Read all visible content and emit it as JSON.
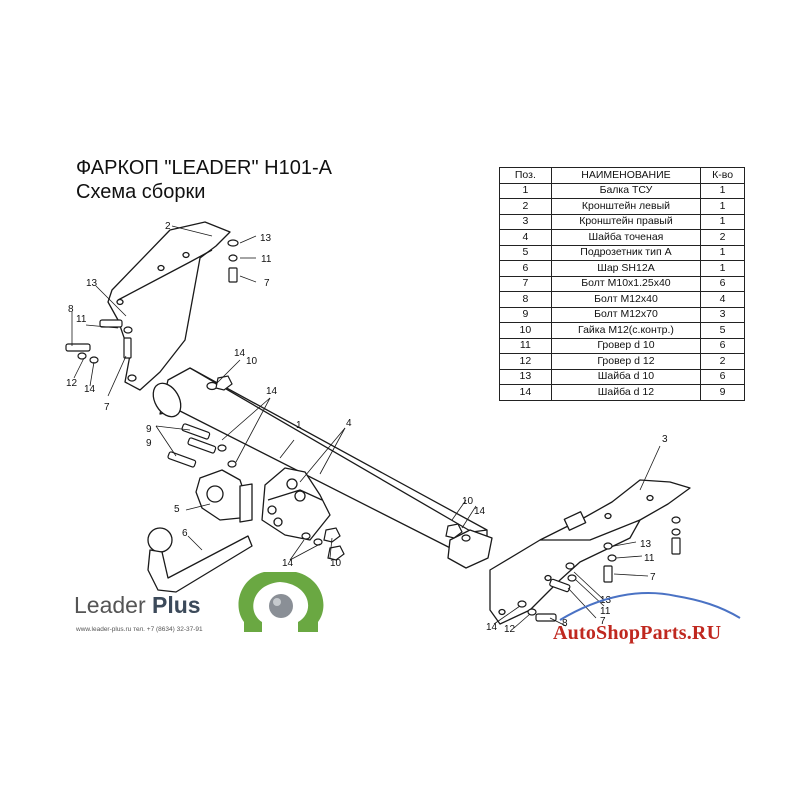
{
  "title": {
    "line1": "ФАРКОП \"LEADER\" H101-A",
    "line2": "Схема сборки"
  },
  "table": {
    "headers": [
      "Поз.",
      "НАИМЕНОВАНИЕ",
      "К-во"
    ],
    "rows": [
      [
        "1",
        "Балка ТСУ",
        "1"
      ],
      [
        "2",
        "Кронштейн левый",
        "1"
      ],
      [
        "3",
        "Кронштейн правый",
        "1"
      ],
      [
        "4",
        "Шайба точеная",
        "2"
      ],
      [
        "5",
        "Подрозетник тип А",
        "1"
      ],
      [
        "6",
        "Шар SH12A",
        "1"
      ],
      [
        "7",
        "Болт М10х1.25х40",
        "6"
      ],
      [
        "8",
        "Болт М12х40",
        "4"
      ],
      [
        "9",
        "Болт М12х70",
        "3"
      ],
      [
        "10",
        "Гайка М12(с.контр.)",
        "5"
      ],
      [
        "11",
        "Гровер d 10",
        "6"
      ],
      [
        "12",
        "Гровер d 12",
        "2"
      ],
      [
        "13",
        "Шайба d 10",
        "6"
      ],
      [
        "14",
        "Шайба d 12",
        "9"
      ]
    ]
  },
  "callouts": [
    "2",
    "13",
    "11",
    "7",
    "13",
    "11",
    "8",
    "12",
    "14",
    "7",
    "14",
    "10",
    "14",
    "9",
    "9",
    "1",
    "4",
    "5",
    "6",
    "14",
    "10",
    "10",
    "14",
    "3",
    "13",
    "11",
    "7",
    "13",
    "11",
    "7",
    "14",
    "12",
    "8"
  ],
  "brand": {
    "name_light": "Leader",
    "name_bold": "Plus",
    "contacts": "www.leader-plus.ru   тел. +7 (8634) 32-37-91",
    "logo_icon": "leader-plus-omega-ball-logo"
  },
  "watermark": "AutoShopParts.RU",
  "colors": {
    "line": "#1a1a1a",
    "brand_green": "#6aa842",
    "watermark_red": "#c0281f",
    "watermark_car": "#4a72c4"
  }
}
